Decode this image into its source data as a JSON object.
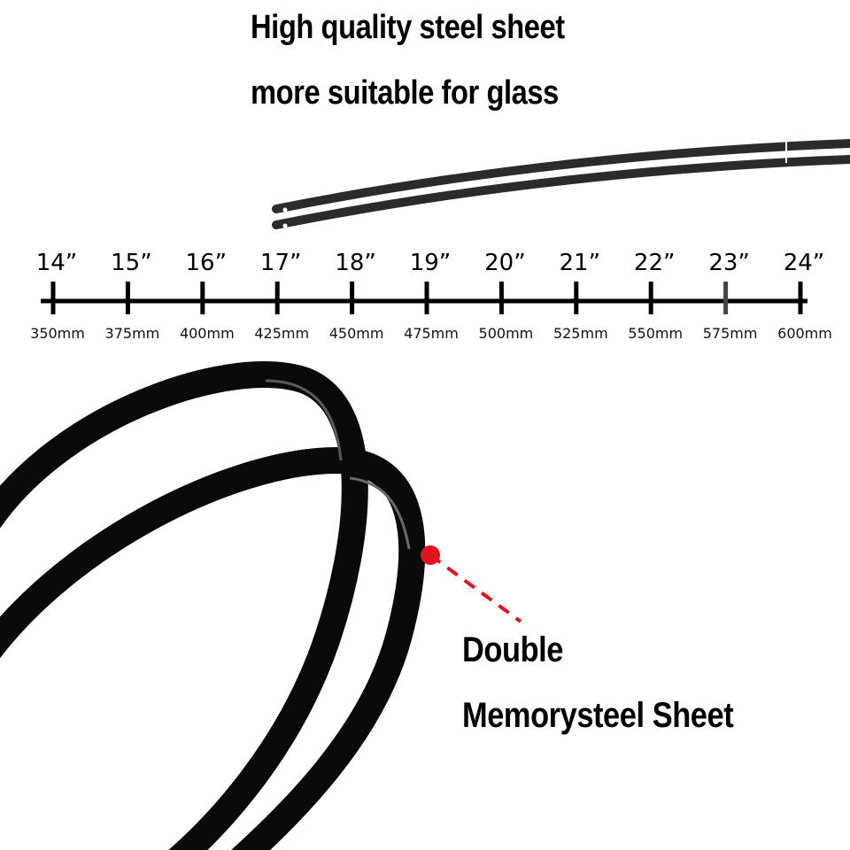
{
  "headline": {
    "line1": "High quality steel sheet",
    "line2": "more suitable for glass"
  },
  "ruler": {
    "inch_labels": [
      "14”",
      "15”",
      "16”",
      "17”",
      "18”",
      "19”",
      "20”",
      "21”",
      "22”",
      "23”",
      "24”"
    ],
    "mm_labels": [
      "350mm",
      "375mm",
      "400mm",
      "425mm",
      "450mm",
      "475mm",
      "500mm",
      "525mm",
      "550mm",
      "575mm",
      "600mm"
    ]
  },
  "callout": {
    "line1": "Double",
    "line2": "Memorysteel Sheet",
    "marker_color": "#e0141e"
  }
}
